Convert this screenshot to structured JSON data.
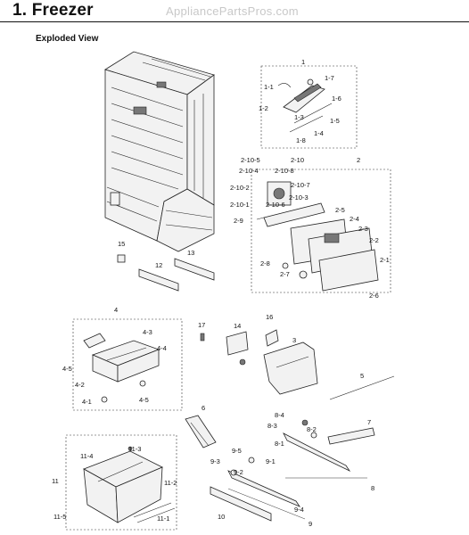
{
  "header": {
    "title": "1.  Freezer",
    "watermark": "AppliancePartsPros.com",
    "subtitle": "Exploded View"
  },
  "callouts": {
    "c1": "1",
    "c1_1": "1-1",
    "c1_2": "1-2",
    "c1_3": "1-3",
    "c1_4": "1-4",
    "c1_5": "1-5",
    "c1_6": "1-6",
    "c1_7": "1-7",
    "c1_8": "1-8",
    "c2": "2",
    "c2_1": "2-1",
    "c2_2": "2-2",
    "c2_3": "2-3",
    "c2_4": "2-4",
    "c2_5": "2-5",
    "c2_6": "2-6",
    "c2_7": "2-7",
    "c2_8": "2-8",
    "c2_9": "2-9",
    "c2_10": "2-10",
    "c2_10_1": "2-10-1",
    "c2_10_2": "2-10-2",
    "c2_10_3": "2-10-3",
    "c2_10_4": "2-10-4",
    "c2_10_5": "2-10-5",
    "c2_10_6": "2-10-6",
    "c2_10_7": "2-10-7",
    "c2_10_8": "2-10-8",
    "c3": "3",
    "c4": "4",
    "c4_1": "4-1",
    "c4_2": "4-2",
    "c4_3": "4-3",
    "c4_4": "4-4",
    "c4_5a": "4-5",
    "c4_5b": "4-5",
    "c5": "5",
    "c6": "6",
    "c7": "7",
    "c8": "8",
    "c8_1": "8-1",
    "c8_2": "8-2",
    "c8_3": "8-3",
    "c8_4": "8-4",
    "c9": "9",
    "c9_1": "9-1",
    "c9_2": "9-2",
    "c9_3": "9-3",
    "c9_4": "9-4",
    "c9_5": "9-5",
    "c10": "10",
    "c11": "11",
    "c11_1": "11-1",
    "c11_2": "11-2",
    "c11_3": "11-3",
    "c11_4": "11-4",
    "c11_5": "11-5",
    "c12": "12",
    "c13": "13",
    "c14": "14",
    "c15": "15",
    "c16": "16",
    "c17": "17"
  }
}
